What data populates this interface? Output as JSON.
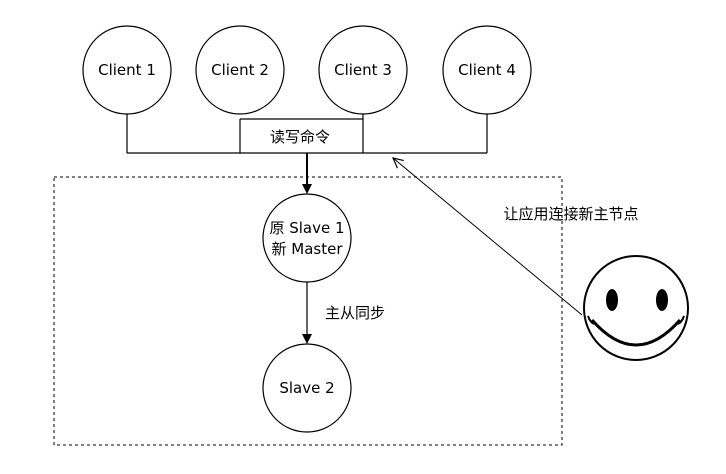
{
  "clients": [
    {
      "label": "Client 1"
    },
    {
      "label": "Client 2"
    },
    {
      "label": "Client 3"
    },
    {
      "label": "Client 4"
    }
  ],
  "bus_label": "读写命令",
  "new_master": {
    "line1": "原 Slave 1",
    "line2": "新 Master"
  },
  "sync_label": "主从同步",
  "slave2": {
    "label": "Slave 2"
  },
  "notice": "让应用连接新主节点",
  "colors": {
    "stroke": "#000000",
    "fill": "#ffffff"
  },
  "icons": {
    "user": "smiley-face-icon"
  }
}
